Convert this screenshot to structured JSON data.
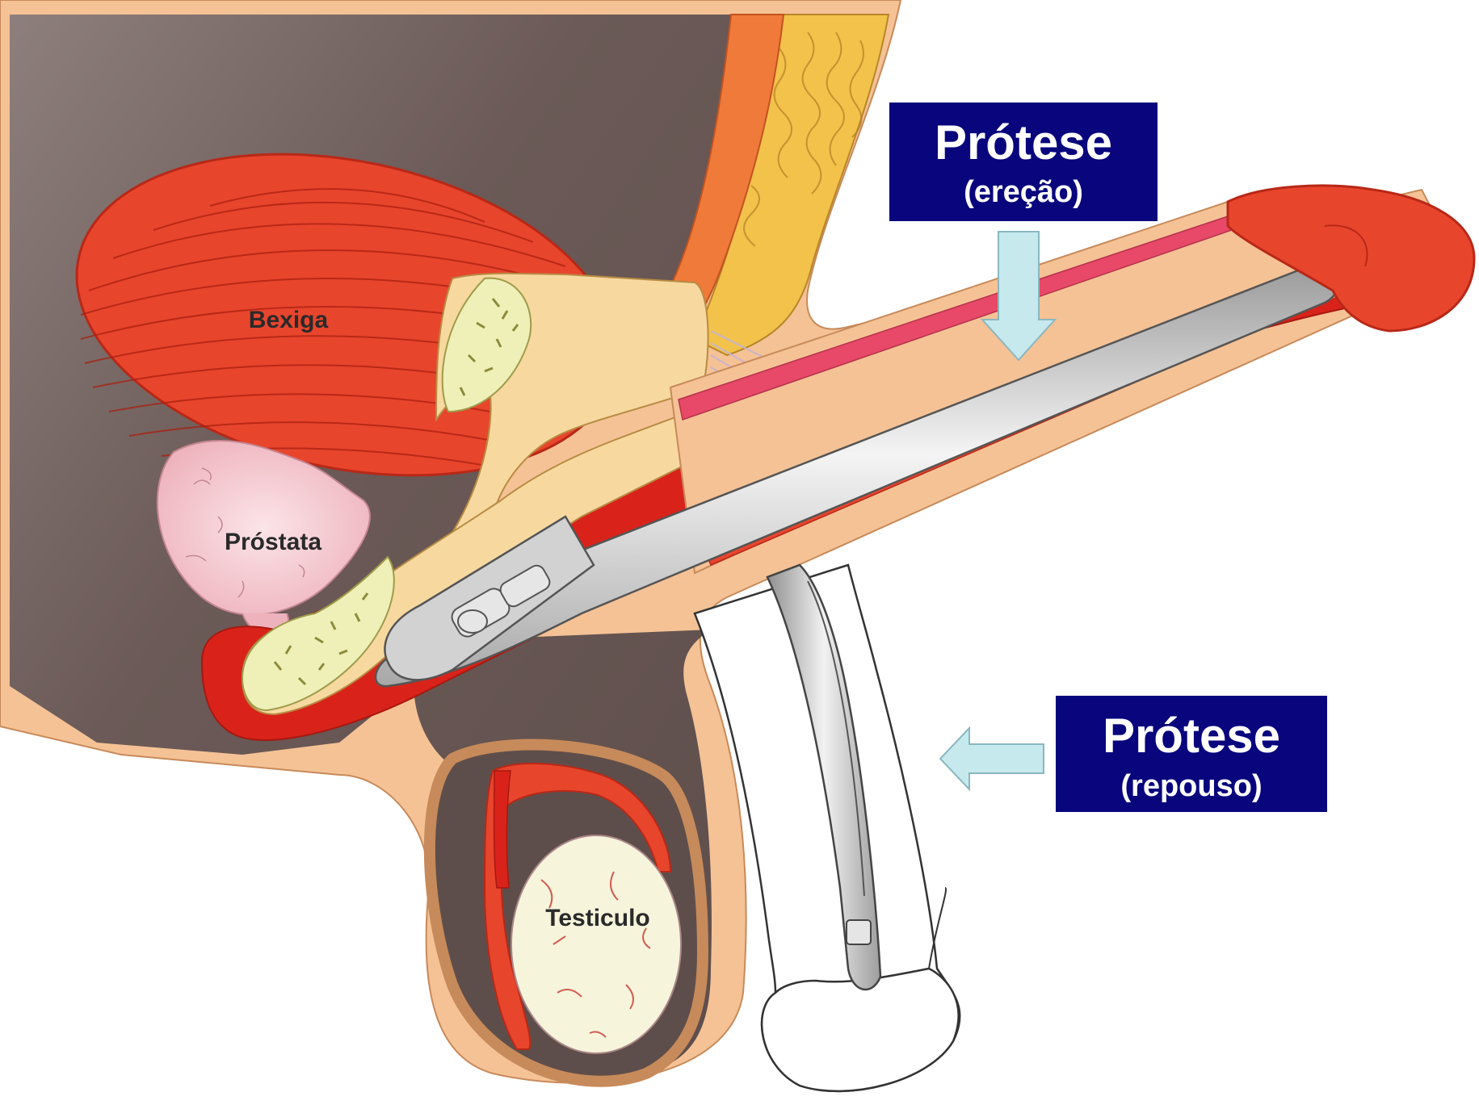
{
  "labels": {
    "bladder": "Bexiga",
    "prostate": "Próstata",
    "testicle": "Testiculo"
  },
  "callouts": {
    "erect": {
      "title": "Prótese",
      "subtitle": "(ereção)"
    },
    "rest": {
      "title": "Prótese",
      "subtitle": "(repouso)"
    }
  },
  "colors": {
    "body_cavity": "#6b5a57",
    "skin": "#f5c295",
    "muscle_red": "#e8452d",
    "deep_red": "#d9231a",
    "bone": "#f7d9a0",
    "pubic_bone_marrow": "#eef0b8",
    "prostate": "#f5c8cf",
    "testicle": "#f7f4dc",
    "fat_layer": "#f2c24a",
    "prosthesis": "#c9c9c9",
    "label_box": "#08057d",
    "arrow": "#c6e9ee"
  },
  "icons": {
    "arrow_down": "arrow-down-icon",
    "arrow_left": "arrow-left-icon"
  }
}
